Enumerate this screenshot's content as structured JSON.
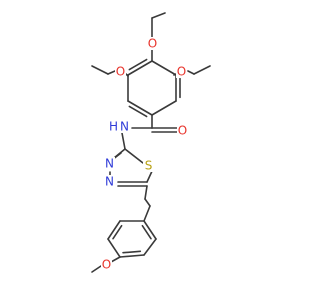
{
  "molecule": {
    "colors": {
      "bond": "#3a3a3a",
      "O": "#e8332b",
      "N": "#2f3bd8",
      "S": "#b8a114",
      "background": "#ffffff"
    },
    "atom_labels": {
      "o_top": "O",
      "o_left": "O",
      "o_right": "O",
      "o_carbonyl": "O",
      "nh": "N",
      "nh_h": "H",
      "s_ring": "S",
      "n_ring_1": "N",
      "n_ring_2": "N",
      "o_methoxy": "O"
    }
  }
}
